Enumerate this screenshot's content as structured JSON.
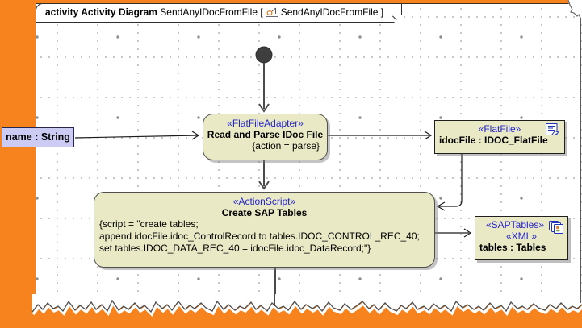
{
  "frame": {
    "title_bold": "activity Activity Diagram",
    "title_name": "SendAnyIDocFromFile",
    "bracket_open": "[",
    "title_ref": "SendAnyIDocFromFile",
    "bracket_close": "]"
  },
  "param": {
    "label": "name : String"
  },
  "nodes": {
    "read_parse": {
      "stereotype": "«FlatFileAdapter»",
      "name": "Read and Parse IDoc File",
      "constraint": "{action = parse}"
    },
    "idoc_file": {
      "stereotype": "«FlatFile»",
      "name": "idocFile : IDOC_FlatFile",
      "icon": "document-icon"
    },
    "create_tables": {
      "stereotype": "«ActionScript»",
      "name": "Create SAP Tables",
      "script": [
        "{script = \"create tables;",
        "append idocFile.idoc_ControlRecord to tables.IDOC_CONTROL_REC_40;",
        "set tables.IDOC_DATA_REC_40 = idocFile.idoc_DataRecord;\"}"
      ]
    },
    "tables": {
      "stereotype1": "«SAPTables»",
      "stereotype2": "«XML»",
      "name": "tables : Tables",
      "icon": "copies-icon"
    }
  },
  "colors": {
    "desktop_orange": "#f6831e",
    "node_fill": "#e9e9c5",
    "stereotype_blue": "#2525cf",
    "param_fill": "#cbcbf3",
    "grid_dot": "#b4b4b4",
    "flow_line": "#4a4a4a"
  }
}
